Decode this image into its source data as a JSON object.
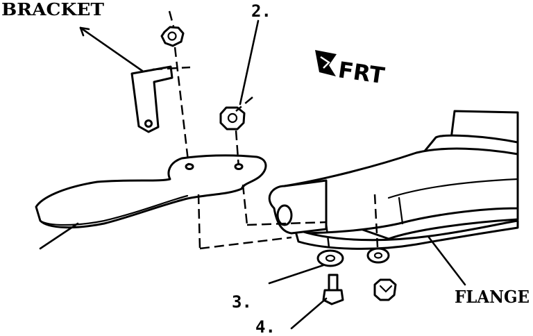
{
  "labels": {
    "bracket": "BRACKET",
    "flange": "FLANGE",
    "front_arrow": "FRT",
    "callout_2": "2.",
    "callout_3": "3.",
    "callout_4": "4."
  }
}
